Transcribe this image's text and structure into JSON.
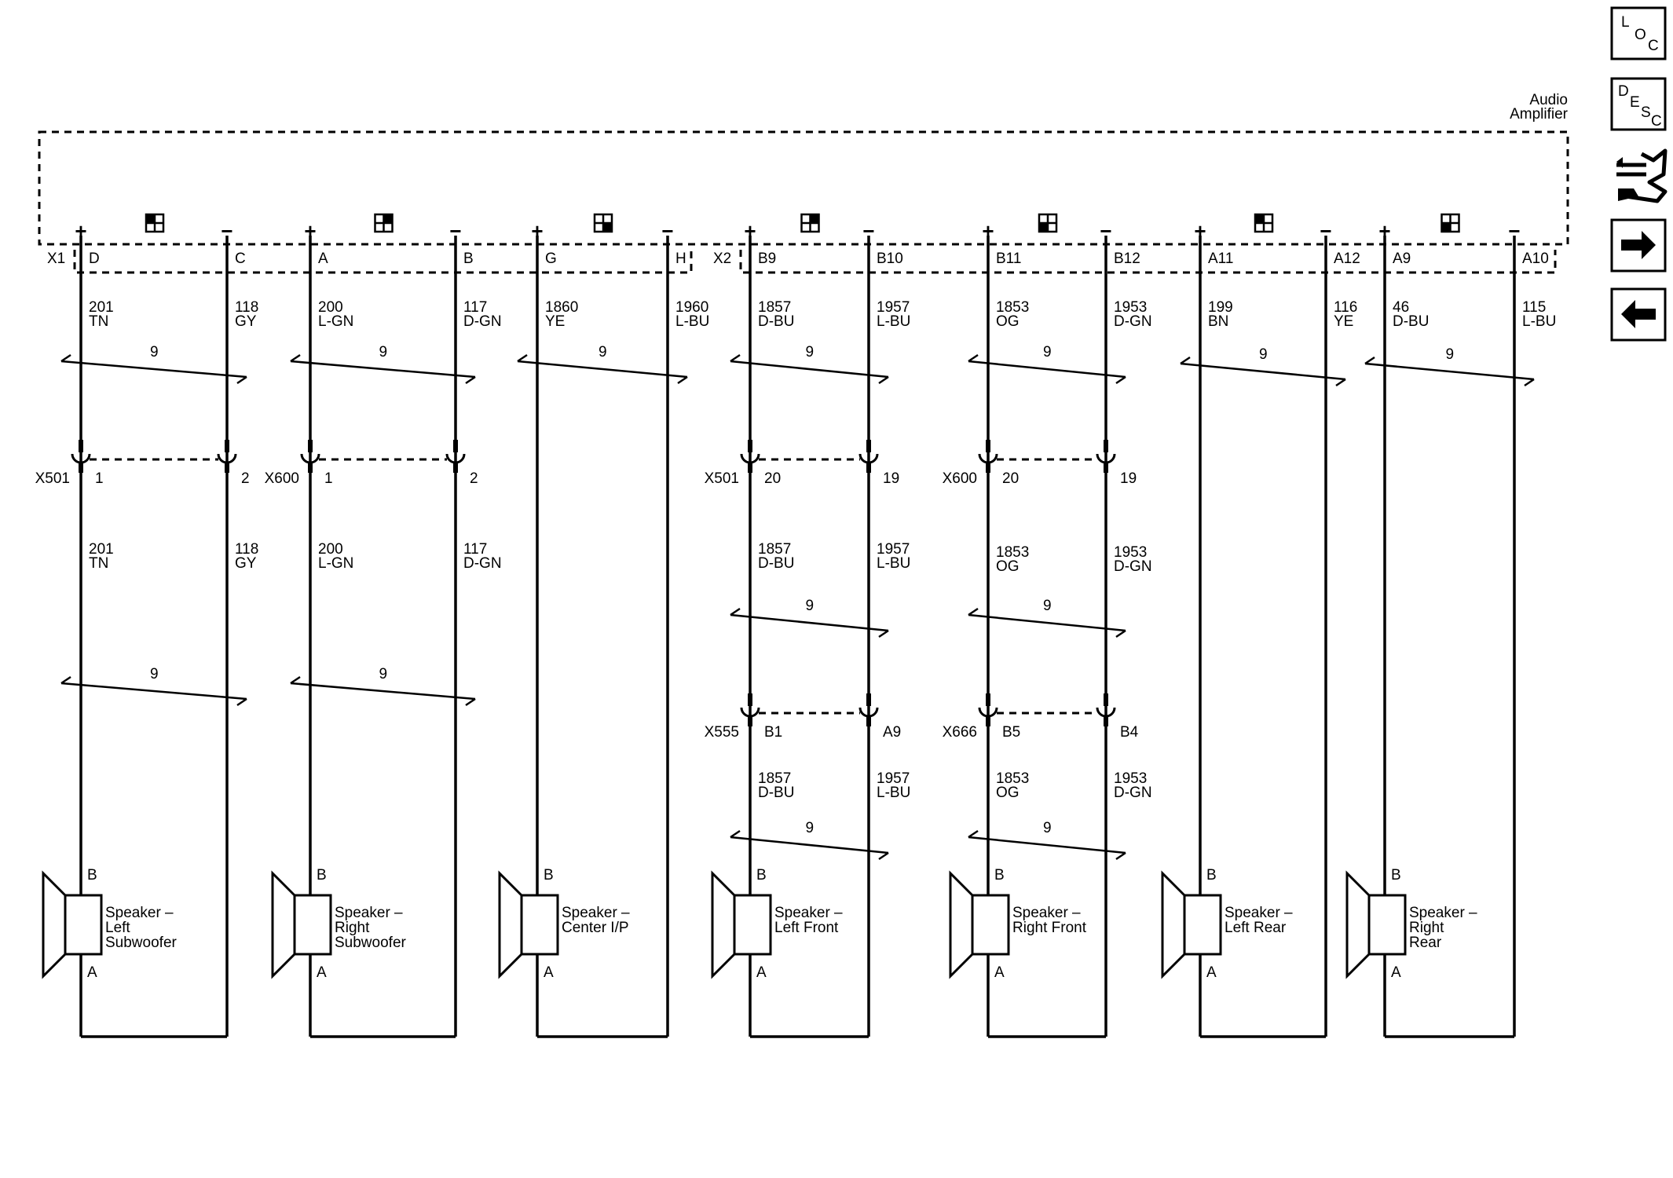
{
  "component": {
    "title_line1": "Audio",
    "title_line2": "Amplifier"
  },
  "connectors": {
    "x1": "X1",
    "x2": "X2"
  },
  "twist_count": "9",
  "sidebar": {
    "loc": {
      "l": "L",
      "o": "O",
      "c": "C"
    },
    "desc": {
      "d": "D",
      "e": "E",
      "s": "S",
      "c": "C"
    },
    "icons": [
      "component-connector-icon",
      "next-arrow-icon",
      "previous-arrow-icon"
    ]
  },
  "channels": [
    {
      "plus_pin": "D",
      "minus_pin": "C",
      "top": {
        "p_circuit": "201",
        "p_color": "TN",
        "m_circuit": "118",
        "m_color": "GY"
      },
      "inline1": {
        "name": "X501",
        "p_pin": "1",
        "m_pin": "2"
      },
      "mid": {
        "p_circuit": "201",
        "p_color": "TN",
        "m_circuit": "118",
        "m_color": "GY"
      },
      "inline2": null,
      "bottom": null,
      "speaker": {
        "line1": "Speaker –",
        "line2": "Left",
        "line3": "Subwoofer",
        "pin_b": "B",
        "pin_a": "A"
      }
    },
    {
      "plus_pin": "A",
      "minus_pin": "B",
      "top": {
        "p_circuit": "200",
        "p_color": "L-GN",
        "m_circuit": "117",
        "m_color": "D-GN"
      },
      "inline1": {
        "name": "X600",
        "p_pin": "1",
        "m_pin": "2"
      },
      "mid": {
        "p_circuit": "200",
        "p_color": "L-GN",
        "m_circuit": "117",
        "m_color": "D-GN"
      },
      "inline2": null,
      "bottom": null,
      "speaker": {
        "line1": "Speaker –",
        "line2": "Right",
        "line3": "Subwoofer",
        "pin_b": "B",
        "pin_a": "A"
      }
    },
    {
      "plus_pin": "G",
      "minus_pin": "H",
      "top": {
        "p_circuit": "1860",
        "p_color": "YE",
        "m_circuit": "1960",
        "m_color": "L-BU"
      },
      "inline1": null,
      "mid": null,
      "inline2": null,
      "bottom": null,
      "speaker": {
        "line1": "Speaker –",
        "line2": "Center I/P",
        "line3": "",
        "pin_b": "B",
        "pin_a": "A"
      }
    },
    {
      "plus_pin": "B9",
      "minus_pin": "B10",
      "top": {
        "p_circuit": "1857",
        "p_color": "D-BU",
        "m_circuit": "1957",
        "m_color": "L-BU"
      },
      "inline1": {
        "name": "X501",
        "p_pin": "20",
        "m_pin": "19"
      },
      "mid": {
        "p_circuit": "1857",
        "p_color": "D-BU",
        "m_circuit": "1957",
        "m_color": "L-BU"
      },
      "inline2": {
        "name": "X555",
        "p_pin": "B1",
        "m_pin": "A9"
      },
      "bottom": {
        "p_circuit": "1857",
        "p_color": "D-BU",
        "m_circuit": "1957",
        "m_color": "L-BU"
      },
      "speaker": {
        "line1": "Speaker –",
        "line2": "Left Front",
        "line3": "",
        "pin_b": "B",
        "pin_a": "A"
      }
    },
    {
      "plus_pin": "B11",
      "minus_pin": "B12",
      "top": {
        "p_circuit": "1853",
        "p_color": "OG",
        "m_circuit": "1953",
        "m_color": "D-GN"
      },
      "inline1": {
        "name": "X600",
        "p_pin": "20",
        "m_pin": "19"
      },
      "mid": {
        "p_circuit": "1853",
        "p_color": "OG",
        "m_circuit": "1953",
        "m_color": "D-GN"
      },
      "inline2": {
        "name": "X666",
        "p_pin": "B5",
        "m_pin": "B4"
      },
      "bottom": {
        "p_circuit": "1853",
        "p_color": "OG",
        "m_circuit": "1953",
        "m_color": "D-GN"
      },
      "speaker": {
        "line1": "Speaker –",
        "line2": "Right Front",
        "line3": "",
        "pin_b": "B",
        "pin_a": "A"
      }
    },
    {
      "plus_pin": "A11",
      "minus_pin": "A12",
      "top": {
        "p_circuit": "199",
        "p_color": "BN",
        "m_circuit": "116",
        "m_color": "YE"
      },
      "inline1": null,
      "mid": null,
      "inline2": null,
      "bottom": null,
      "speaker": {
        "line1": "Speaker –",
        "line2": "Left Rear",
        "line3": "",
        "pin_b": "B",
        "pin_a": "A"
      }
    },
    {
      "plus_pin": "A9",
      "minus_pin": "A10",
      "top": {
        "p_circuit": "46",
        "p_color": "D-BU",
        "m_circuit": "115",
        "m_color": "L-BU"
      },
      "inline1": null,
      "mid": null,
      "inline2": null,
      "bottom": null,
      "speaker": {
        "line1": "Speaker –",
        "line2": "Right",
        "line3": "Rear",
        "pin_b": "B",
        "pin_a": "A"
      }
    }
  ]
}
